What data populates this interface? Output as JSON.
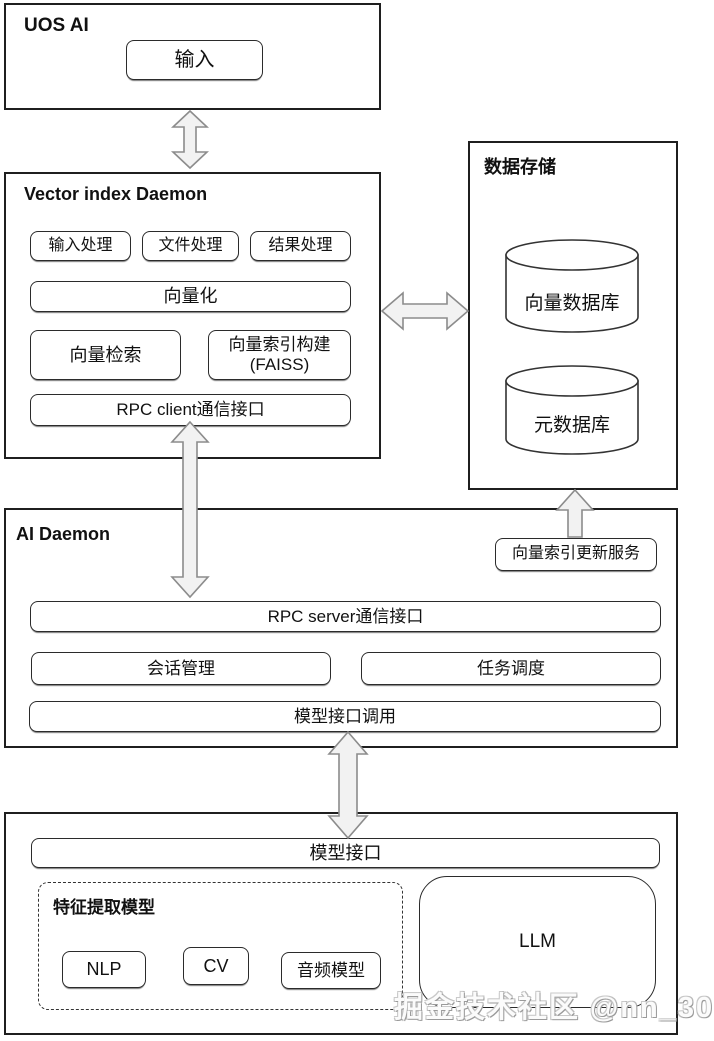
{
  "uos_ai": {
    "title": "UOS AI",
    "input_button": "输入"
  },
  "vector_index_daemon": {
    "title": "Vector index Daemon",
    "processors": [
      "输入处理",
      "文件处理",
      "结果处理"
    ],
    "vectorize": "向量化",
    "vector_search": "向量检索",
    "index_build_line1": "向量索引构建",
    "index_build_line2": "(FAISS)",
    "rpc_client": "RPC client通信接口"
  },
  "data_storage": {
    "title": "数据存储",
    "vector_db": "向量数据库",
    "meta_db": "元数据库"
  },
  "ai_daemon": {
    "title": "AI Daemon",
    "index_update_service": "向量索引更新服务",
    "rpc_server": "RPC server通信接口",
    "session_mgmt": "会话管理",
    "task_sched": "任务调度",
    "model_call": "模型接口调用"
  },
  "model_layer": {
    "model_interface": "模型接口",
    "feature_models": {
      "title": "特征提取模型",
      "items": [
        "NLP",
        "CV",
        "音频模型"
      ]
    },
    "llm": "LLM"
  },
  "watermark": "掘金技术社区 @nn_30",
  "colors": {
    "background": "#ffffff",
    "border": "#1f1f1f",
    "arrow_fill": "#f2f2f2",
    "arrow_stroke": "#8c8c8c"
  }
}
